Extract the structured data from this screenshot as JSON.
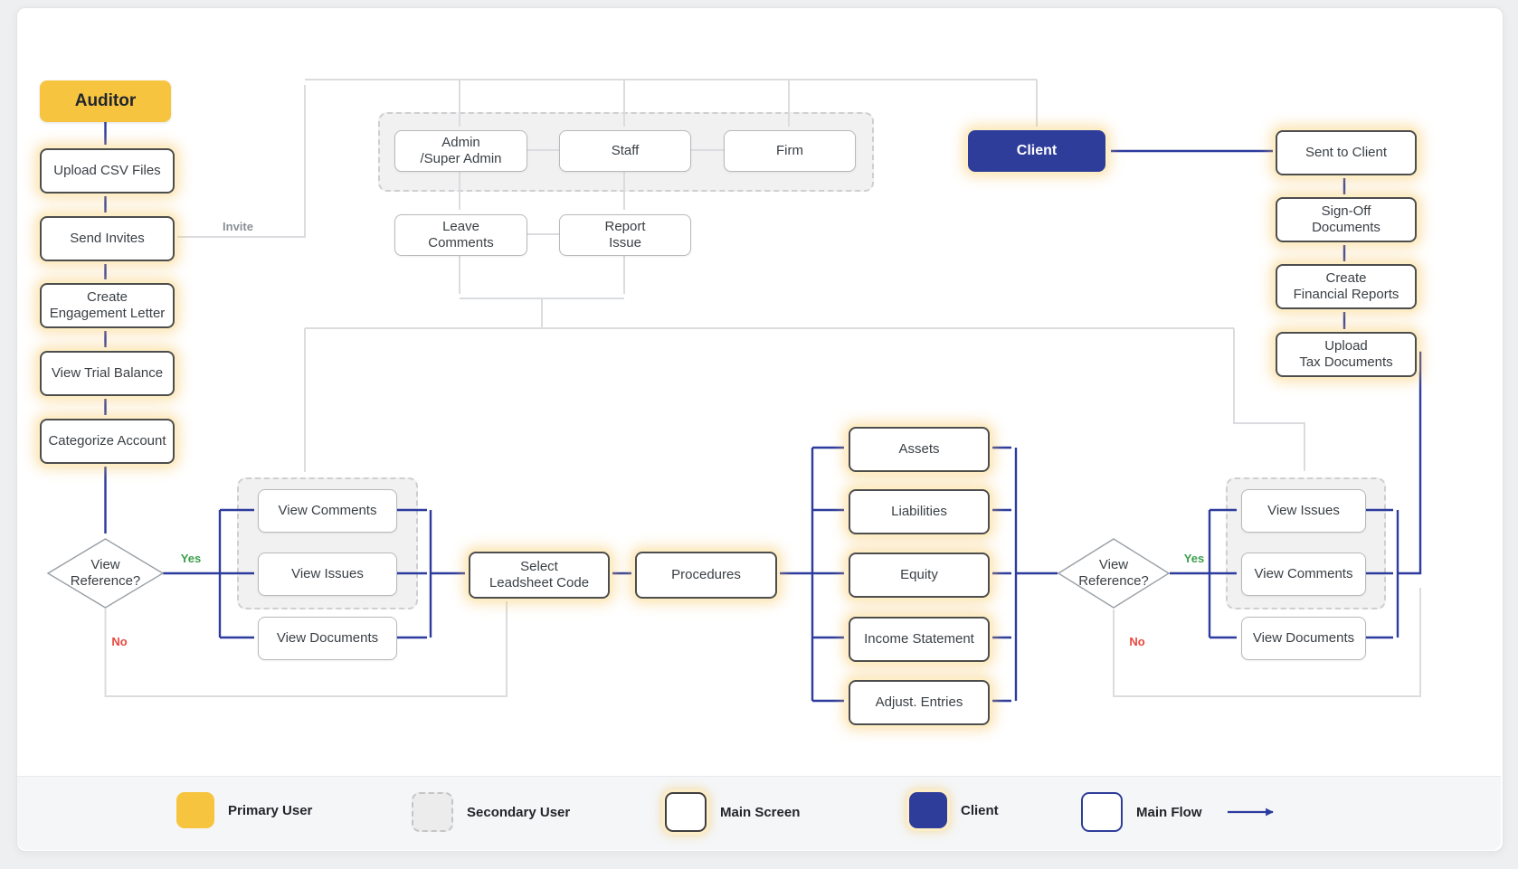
{
  "nodes": {
    "auditor": "Auditor",
    "upload_csv_files": "Upload CSV Files",
    "send_invites": "Send Invites",
    "create_engagement_letter": "Create\nEngagement Letter",
    "view_trial_balance": "View Trial Balance",
    "categorize_account": "Categorize Account",
    "view_reference_1": "View\nReference?",
    "admin_super_admin": "Admin\n/Super Admin",
    "staff": "Staff",
    "firm": "Firm",
    "leave_comments": "Leave\nComments",
    "report_issue": "Report\nIssue",
    "client": "Client",
    "sent_to_client": "Sent to Client",
    "sign_off_documents": "Sign-Off\nDocuments",
    "create_financial_reports": "Create\nFinancial Reports",
    "upload_tax_documents": "Upload\nTax Documents",
    "view_comments_left": "View Comments",
    "view_issues_left": "View Issues",
    "view_documents_left": "View Documents",
    "select_leadsheet_code": "Select\nLeadsheet Code",
    "procedures": "Procedures",
    "assets": "Assets",
    "liabilities": "Liabilities",
    "equity": "Equity",
    "income_statement": "Income Statement",
    "adjust_entries": "Adjust. Entries",
    "view_reference_2": "View\nReference?",
    "view_issues_right": "View Issues",
    "view_comments_right": "View Comments",
    "view_documents_right": "View Documents"
  },
  "edge_labels": {
    "invite": "Invite",
    "yes_1": "Yes",
    "no_1": "No",
    "yes_2": "Yes",
    "no_2": "No"
  },
  "legend": {
    "items": [
      {
        "label": "Primary User",
        "swatch": "primary"
      },
      {
        "label": "Secondary User",
        "swatch": "secondary"
      },
      {
        "label": "Main Screen",
        "swatch": "screen"
      },
      {
        "label": "Client",
        "swatch": "client"
      },
      {
        "label": "Main Flow",
        "swatch": "flow"
      }
    ]
  },
  "colors": {
    "primary_yellow": "#F7C440",
    "client_blue": "#2E3D99",
    "flow_blue": "#2C3B9D",
    "flow_gray": "#DBDCDF",
    "yes_green": "#3C9E4D",
    "no_red": "#E8473F"
  }
}
